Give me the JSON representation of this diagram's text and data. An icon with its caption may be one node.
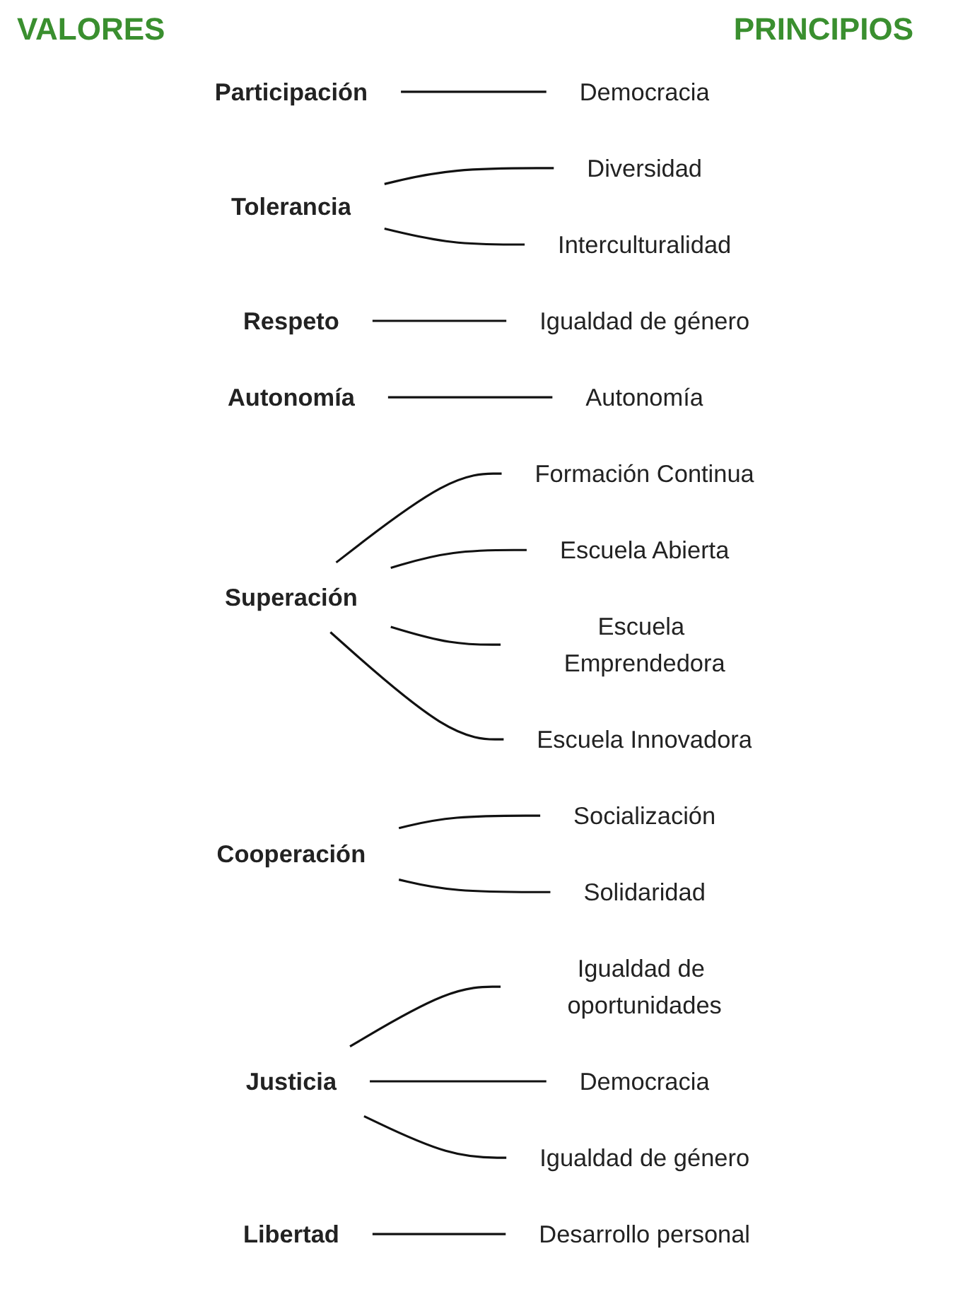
{
  "diagram": {
    "nodes": [
      {
        "text": [
          "Participación"
        ]
      },
      {
        "text": [
          "Democracia"
        ]
      },
      {
        "text": [
          "Tolerancia"
        ]
      },
      {
        "text": [
          "Diversidad"
        ]
      },
      {
        "text": [
          "Interculturalidad"
        ]
      },
      {
        "text": [
          "Respeto"
        ]
      },
      {
        "text": [
          "Igualdad de género"
        ]
      },
      {
        "text": [
          "Autonomía"
        ]
      },
      {
        "text": [
          "Autonomía"
        ]
      },
      {
        "text": [
          "Superación"
        ]
      },
      {
        "text": [
          "Formación Continua"
        ]
      },
      {
        "text": [
          "Escuela Abierta"
        ]
      },
      {
        "text": [
          "Escuela Emprendedora"
        ]
      },
      {
        "text": [
          "Escuela Innovadora"
        ]
      },
      {
        "text": [
          "Cooperación"
        ]
      },
      {
        "text": [
          "Socialización"
        ]
      },
      {
        "text": [
          "Solidaridad"
        ]
      },
      {
        "text": [
          "Justicia"
        ]
      },
      {
        "text": [
          "Igualdad de oportunidades"
        ]
      },
      {
        "text": [
          "Democracia"
        ]
      },
      {
        "text": [
          "Igualdad de género"
        ]
      },
      {
        "text": [
          "Libertad"
        ]
      },
      {
        "text": [
          "Desarrollo personal"
        ]
      }
    ],
    "edges": [
      {
        "from": 0,
        "to": 1,
        "arrow": "none"
      },
      {
        "from": 2,
        "to": 3,
        "arrow": "none"
      },
      {
        "from": 2,
        "to": 4,
        "arrow": "none"
      },
      {
        "from": 5,
        "to": 6,
        "arrow": "none"
      },
      {
        "from": 7,
        "to": 8,
        "arrow": "none"
      },
      {
        "from": 9,
        "to": 10,
        "arrow": "none"
      },
      {
        "from": 9,
        "to": 11,
        "arrow": "none"
      },
      {
        "from": 9,
        "to": 12,
        "arrow": "none"
      },
      {
        "from": 9,
        "to": 13,
        "arrow": "none"
      },
      {
        "from": 14,
        "to": 15,
        "arrow": "none"
      },
      {
        "from": 14,
        "to": 16,
        "arrow": "none"
      },
      {
        "from": 17,
        "to": 18,
        "arrow": "none"
      },
      {
        "from": 17,
        "to": 19,
        "arrow": "none"
      },
      {
        "from": 17,
        "to": 20,
        "arrow": "none"
      },
      {
        "from": 21,
        "to": 22,
        "arrow": "none"
      }
    ],
    "labels": [
      "VALORES",
      "PRINCIPIOS"
    ]
  }
}
